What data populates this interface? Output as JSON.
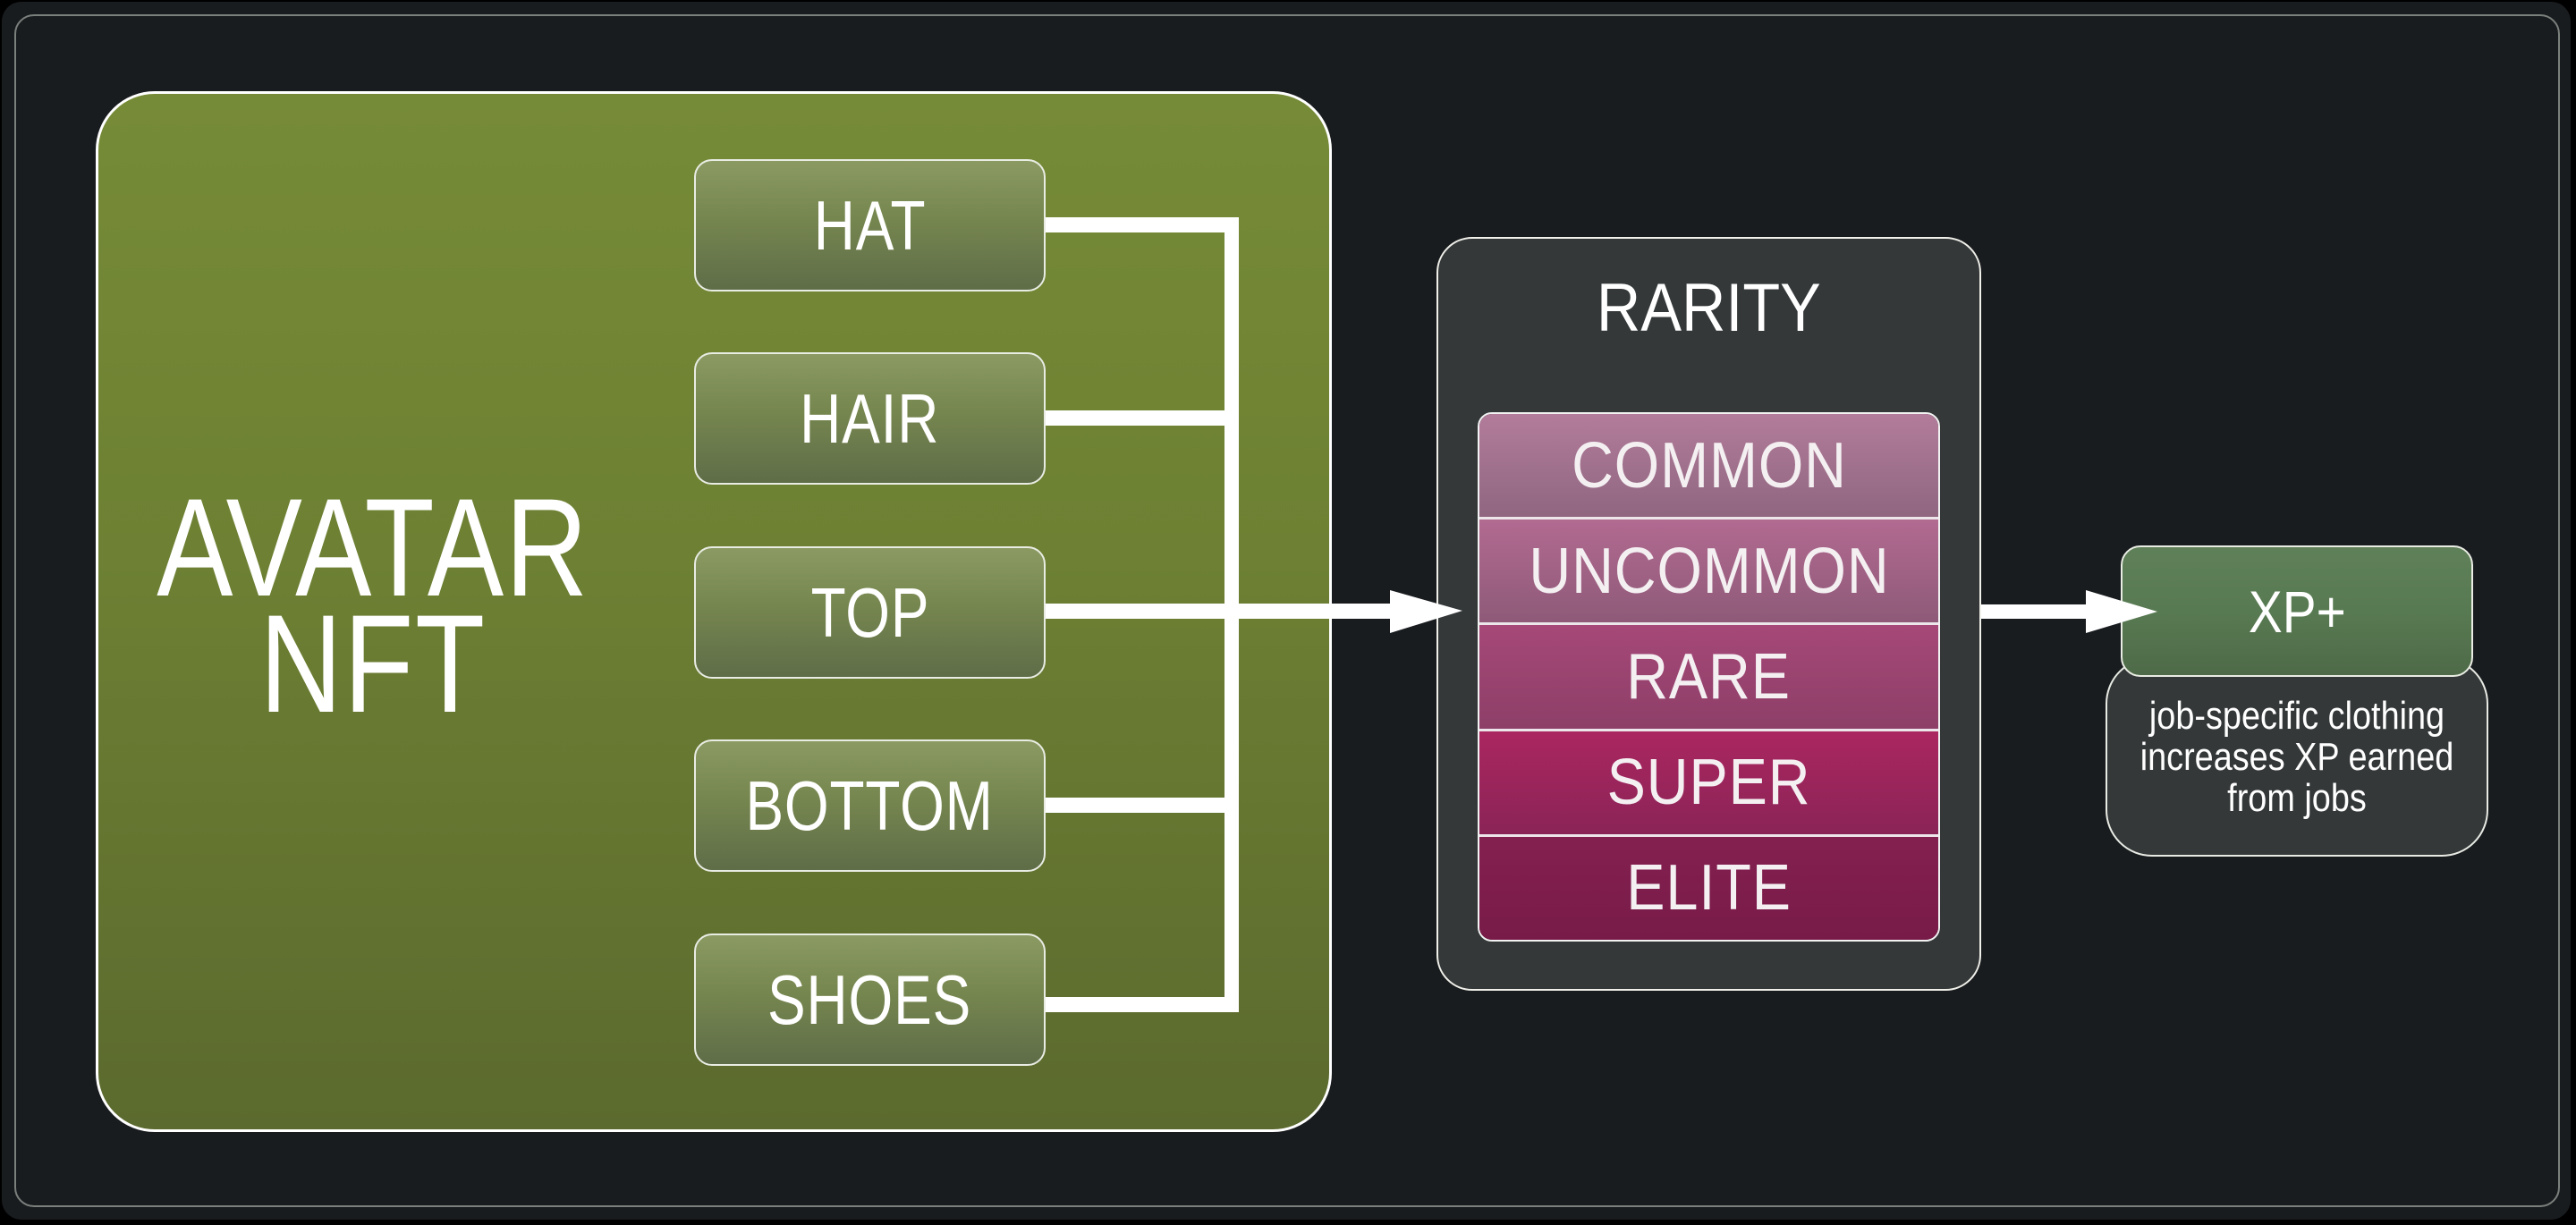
{
  "avatar": {
    "title_lines": [
      "AVATAR",
      "NFT"
    ],
    "color": "#6d8033"
  },
  "items": [
    {
      "label": "HAT"
    },
    {
      "label": "HAIR"
    },
    {
      "label": "TOP"
    },
    {
      "label": "BOTTOM"
    },
    {
      "label": "SHOES"
    }
  ],
  "rarity": {
    "title": "RARITY",
    "tiers": [
      {
        "label": "COMMON",
        "color": "#a0708c"
      },
      {
        "label": "UNCOMMON",
        "color": "#a26486"
      },
      {
        "label": "RARE",
        "color": "#9c4272"
      },
      {
        "label": "SUPER",
        "color": "#a2265e"
      },
      {
        "label": "ELITE",
        "color": "#7e1d4a"
      }
    ]
  },
  "xp": {
    "label": "XP+",
    "note_lines": [
      "job-specific clothing",
      "increases XP earned",
      "from jobs"
    ]
  }
}
